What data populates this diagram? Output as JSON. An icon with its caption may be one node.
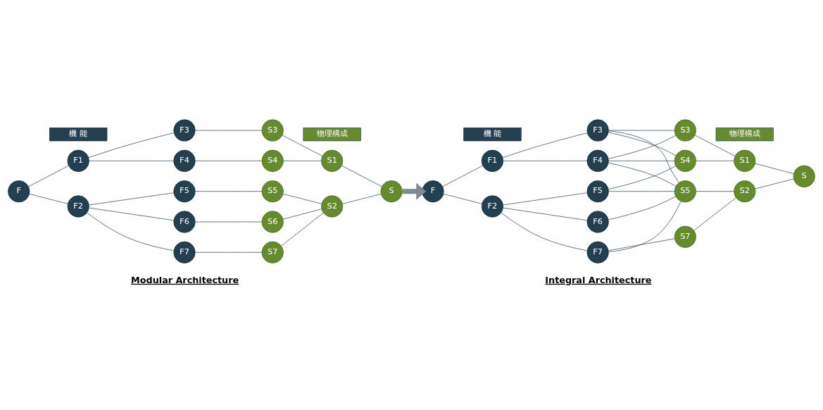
{
  "diagram": {
    "nodes": [
      {
        "text": [
          "F"
        ]
      },
      {
        "text": [
          "F1"
        ]
      },
      {
        "text": [
          "F2"
        ]
      },
      {
        "text": [
          "F3"
        ]
      },
      {
        "text": [
          "F4"
        ]
      },
      {
        "text": [
          "F5"
        ]
      },
      {
        "text": [
          "F6"
        ]
      },
      {
        "text": [
          "F7"
        ]
      },
      {
        "text": [
          "S3"
        ]
      },
      {
        "text": [
          "S4"
        ]
      },
      {
        "text": [
          "S5"
        ]
      },
      {
        "text": [
          "S6"
        ]
      },
      {
        "text": [
          "S7"
        ]
      },
      {
        "text": [
          "S1"
        ]
      },
      {
        "text": [
          "S2"
        ]
      },
      {
        "text": [
          "S"
        ]
      },
      {
        "text": [
          "機 能"
        ]
      },
      {
        "text": [
          "物理構成"
        ]
      },
      {
        "text": [
          "F"
        ]
      },
      {
        "text": [
          "F1"
        ]
      },
      {
        "text": [
          "F2"
        ]
      },
      {
        "text": [
          "F3"
        ]
      },
      {
        "text": [
          "F4"
        ]
      },
      {
        "text": [
          "F5"
        ]
      },
      {
        "text": [
          "F6"
        ]
      },
      {
        "text": [
          "F7"
        ]
      },
      {
        "text": [
          "S3"
        ]
      },
      {
        "text": [
          "S4"
        ]
      },
      {
        "text": [
          "S5"
        ]
      },
      {
        "text": [
          "S7"
        ]
      },
      {
        "text": [
          "S1"
        ]
      },
      {
        "text": [
          "S2"
        ]
      },
      {
        "text": [
          "S"
        ]
      },
      {
        "text": [
          "機 能"
        ]
      },
      {
        "text": [
          "物理構成"
        ]
      }
    ],
    "edges": [
      {
        "from": 0,
        "to": 1,
        "arrow": "none"
      },
      {
        "from": 0,
        "to": 2,
        "arrow": "none"
      },
      {
        "from": 1,
        "to": 3,
        "arrow": "none"
      },
      {
        "from": 1,
        "to": 4,
        "arrow": "none"
      },
      {
        "from": 2,
        "to": 5,
        "arrow": "none"
      },
      {
        "from": 2,
        "to": 6,
        "arrow": "none"
      },
      {
        "from": 2,
        "to": 7,
        "arrow": "none"
      },
      {
        "from": 3,
        "to": 8,
        "arrow": "none"
      },
      {
        "from": 4,
        "to": 9,
        "arrow": "none"
      },
      {
        "from": 5,
        "to": 10,
        "arrow": "none"
      },
      {
        "from": 6,
        "to": 11,
        "arrow": "none"
      },
      {
        "from": 7,
        "to": 12,
        "arrow": "none"
      },
      {
        "from": 8,
        "to": 13,
        "arrow": "none"
      },
      {
        "from": 9,
        "to": 13,
        "arrow": "none"
      },
      {
        "from": 10,
        "to": 14,
        "arrow": "none"
      },
      {
        "from": 11,
        "to": 14,
        "arrow": "none"
      },
      {
        "from": 12,
        "to": 14,
        "arrow": "none"
      },
      {
        "from": 13,
        "to": 15,
        "arrow": "none"
      },
      {
        "from": 14,
        "to": 15,
        "arrow": "none"
      },
      {
        "from": 15,
        "to": 18,
        "arrow": "to",
        "style": "thick",
        "color": "#7f8a94"
      },
      {
        "from": 18,
        "to": 19,
        "arrow": "none"
      },
      {
        "from": 18,
        "to": 20,
        "arrow": "none"
      },
      {
        "from": 19,
        "to": 21,
        "arrow": "none"
      },
      {
        "from": 19,
        "to": 22,
        "arrow": "none"
      },
      {
        "from": 20,
        "to": 23,
        "arrow": "none"
      },
      {
        "from": 20,
        "to": 24,
        "arrow": "none"
      },
      {
        "from": 20,
        "to": 25,
        "arrow": "none"
      },
      {
        "from": 21,
        "to": 26,
        "arrow": "none"
      },
      {
        "from": 21,
        "to": 27,
        "arrow": "none"
      },
      {
        "from": 21,
        "to": 28,
        "arrow": "none"
      },
      {
        "from": 22,
        "to": 26,
        "arrow": "none"
      },
      {
        "from": 22,
        "to": 27,
        "arrow": "none"
      },
      {
        "from": 22,
        "to": 28,
        "arrow": "none"
      },
      {
        "from": 23,
        "to": 27,
        "arrow": "none"
      },
      {
        "from": 23,
        "to": 28,
        "arrow": "none"
      },
      {
        "from": 24,
        "to": 28,
        "arrow": "none"
      },
      {
        "from": 25,
        "to": 28,
        "arrow": "none"
      },
      {
        "from": 25,
        "to": 29,
        "arrow": "none"
      },
      {
        "from": 26,
        "to": 30,
        "arrow": "none"
      },
      {
        "from": 27,
        "to": 30,
        "arrow": "none"
      },
      {
        "from": 28,
        "to": 31,
        "arrow": "none"
      },
      {
        "from": 29,
        "to": 31,
        "arrow": "none"
      },
      {
        "from": 30,
        "to": 32,
        "arrow": "none"
      },
      {
        "from": 31,
        "to": 32,
        "arrow": "none"
      }
    ],
    "labels": [
      "Modular Architecture",
      "Integral Architecture"
    ]
  }
}
